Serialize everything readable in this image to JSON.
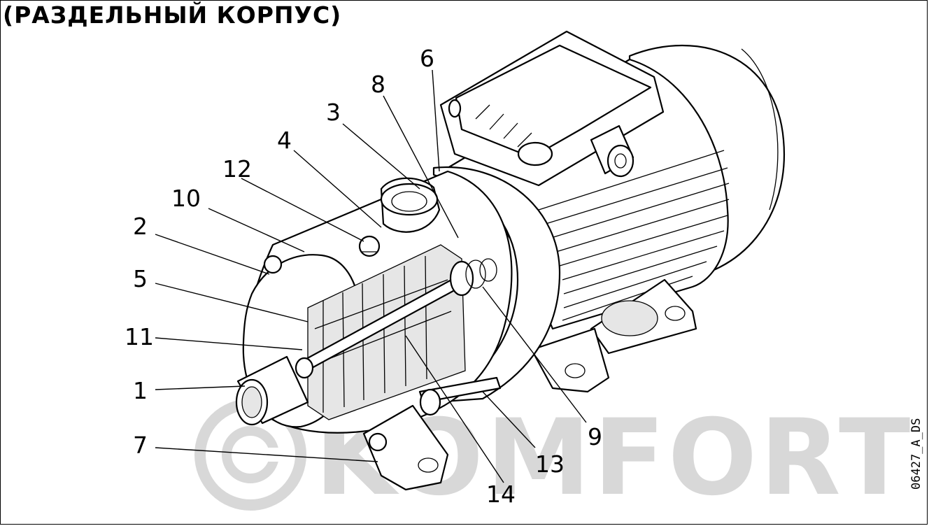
{
  "title": "(РАЗДЕЛЬНЫЙ КОРПУС)",
  "drawing_code": "06427_A_DS",
  "watermark": {
    "text": "KOMFORT",
    "symbol": "©"
  },
  "labels": [
    "1",
    "2",
    "3",
    "4",
    "5",
    "6",
    "7",
    "8",
    "9",
    "10",
    "11",
    "12",
    "13",
    "14"
  ],
  "colors": {
    "line": "#000000",
    "background": "#ffffff",
    "watermark": "#d4d4d4"
  }
}
